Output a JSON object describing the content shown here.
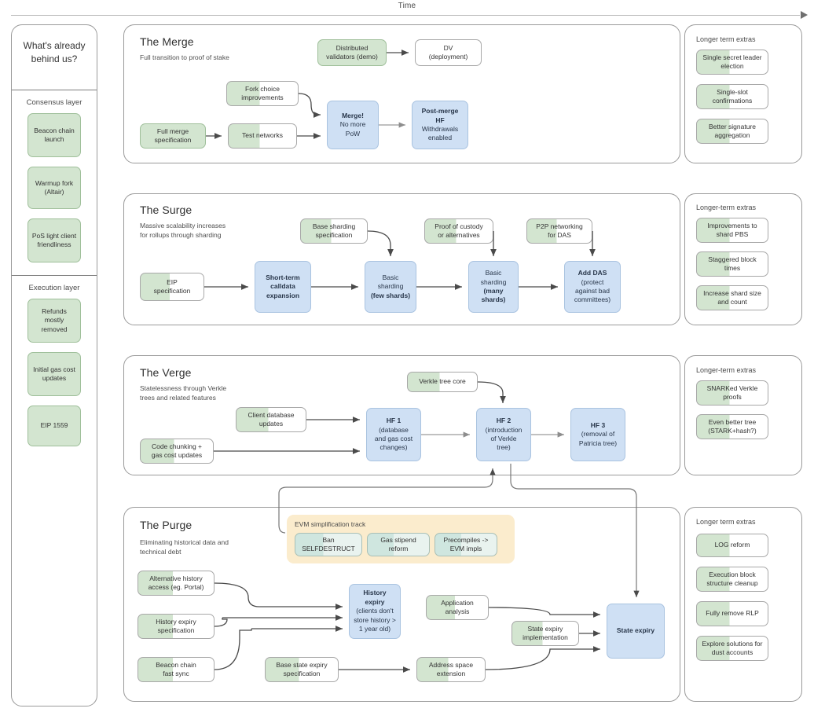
{
  "axis": {
    "label": "Time",
    "direction": "left-to-right"
  },
  "sidebar": {
    "heading": "What's already behind us?",
    "groups": [
      {
        "title": "Consensus layer",
        "items": [
          {
            "label": "Beacon chain launch",
            "state": "done"
          },
          {
            "label": "Warmup fork (Altair)",
            "state": "done"
          },
          {
            "label": "PoS light client friendliness",
            "state": "done"
          }
        ]
      },
      {
        "title": "Execution layer",
        "items": [
          {
            "label": "Refunds mostly removed",
            "state": "done"
          },
          {
            "label": "Initial gas cost updates",
            "state": "done"
          },
          {
            "label": "EIP 1559",
            "state": "done"
          }
        ]
      }
    ]
  },
  "phases": [
    {
      "id": "merge",
      "title": "The Merge",
      "subtitle": "Full transition to proof of stake",
      "extras_title": "Longer term extras",
      "extras": [
        "Single secret leader election",
        "Single-slot confirmations",
        "Better signature aggregation"
      ],
      "nodes": [
        {
          "id": "dist-validators",
          "label": "Distributed validators (demo)",
          "style": "green"
        },
        {
          "id": "dv-deployment",
          "label": "DV (deployment)",
          "style": "white"
        },
        {
          "id": "fork-choice",
          "label": "Fork choice improvements",
          "style": "half"
        },
        {
          "id": "full-merge-spec",
          "label": "Full merge specification",
          "style": "green"
        },
        {
          "id": "test-networks",
          "label": "Test networks",
          "style": "half"
        },
        {
          "id": "merge-hf",
          "label": "Merge! No more PoW",
          "style": "blue",
          "bold_lines": [
            0
          ]
        },
        {
          "id": "post-merge-hf",
          "label": "Post-merge HF Withdrawals enabled",
          "style": "blue",
          "bold_lines": [
            0,
            1
          ]
        }
      ]
    },
    {
      "id": "surge",
      "title": "The Surge",
      "subtitle": "Massive scalability increases for rollups through sharding",
      "extras_title": "Longer-term extras",
      "extras": [
        "Improvements to shard PBS",
        "Staggered block times",
        "Increase shard size and count"
      ],
      "nodes": [
        {
          "id": "base-sharding-spec",
          "label": "Base sharding specification",
          "style": "half"
        },
        {
          "id": "proof-of-custody",
          "label": "Proof of custody or alternatives",
          "style": "half"
        },
        {
          "id": "p2p-das",
          "label": "P2P networking for DAS",
          "style": "half"
        },
        {
          "id": "eip-spec",
          "label": "EIP specification",
          "style": "half"
        },
        {
          "id": "short-term-calldata",
          "label": "Short-term calldata expansion",
          "style": "blue",
          "bold": true
        },
        {
          "id": "basic-sharding-few",
          "label": "Basic sharding (few shards)",
          "style": "blue"
        },
        {
          "id": "basic-sharding-many",
          "label": "Basic sharding (many shards)",
          "style": "blue"
        },
        {
          "id": "add-das",
          "label": "Add DAS (protect against bad committees)",
          "style": "blue"
        }
      ]
    },
    {
      "id": "verge",
      "title": "The Verge",
      "subtitle": "Statelessness through Verkle trees and related features",
      "extras_title": "Longer-term extras",
      "extras": [
        "SNARKed Verkle proofs",
        "Even better tree (STARK+hash?)"
      ],
      "nodes": [
        {
          "id": "verkle-tree-core",
          "label": "Verkle tree core",
          "style": "half"
        },
        {
          "id": "client-db-updates",
          "label": "Client database updates",
          "style": "half"
        },
        {
          "id": "code-chunking",
          "label": "Code chunking + gas cost updates",
          "style": "half"
        },
        {
          "id": "hf1",
          "label": "HF 1 (database and gas cost changes)",
          "style": "blue"
        },
        {
          "id": "hf2",
          "label": "HF 2 (introduction of Verkle tree)",
          "style": "blue"
        },
        {
          "id": "hf3",
          "label": "HF 3 (removal of Patricia tree)",
          "style": "blue"
        }
      ]
    },
    {
      "id": "purge",
      "title": "The Purge",
      "subtitle": "Eliminating historical data and technical debt",
      "extras_title": "Longer term extras",
      "extras": [
        "LOG reform",
        "Execution block structure cleanup",
        "Fully remove RLP",
        "Explore solutions for dust accounts"
      ],
      "evm_track": {
        "title": "EVM simplification track",
        "items": [
          "Ban SELFDESTRUCT",
          "Gas stipend reform",
          "Precompiles -> EVM impls"
        ]
      },
      "nodes": [
        {
          "id": "alt-history-access",
          "label": "Alternative history access (eg. Portal)",
          "style": "half"
        },
        {
          "id": "history-expiry-spec",
          "label": "History expiry specification",
          "style": "half"
        },
        {
          "id": "beacon-fast-sync",
          "label": "Beacon chain fast sync",
          "style": "half"
        },
        {
          "id": "base-state-expiry-spec",
          "label": "Base state expiry specification",
          "style": "half"
        },
        {
          "id": "address-space-ext",
          "label": "Address space extension",
          "style": "half"
        },
        {
          "id": "application-analysis",
          "label": "Application analysis",
          "style": "half"
        },
        {
          "id": "state-expiry-impl",
          "label": "State expiry implementation",
          "style": "half"
        },
        {
          "id": "history-expiry",
          "label": "History expiry (clients don't store history > 1 year old)",
          "style": "blue"
        },
        {
          "id": "state-expiry",
          "label": "State expiry",
          "style": "blue",
          "bold": true
        }
      ]
    }
  ],
  "node_text": {
    "merge": {
      "dist_validators_l1": "Distributed",
      "dist_validators_l2": "validators (demo)",
      "dv_l1": "DV",
      "dv_l2": "(deployment)",
      "fork_choice_l1": "Fork choice",
      "fork_choice_l2": "improvements",
      "full_merge_l1": "Full merge",
      "full_merge_l2": "specification",
      "test_networks": "Test networks",
      "merge_l1": "Merge!",
      "merge_l2": "No more",
      "merge_l3": "PoW",
      "post_l1": "Post-merge",
      "post_l2": "HF",
      "post_l3": "Withdrawals",
      "post_l4": "enabled"
    },
    "surge": {
      "base_shard_l1": "Base sharding",
      "base_shard_l2": "specification",
      "custody_l1": "Proof of custody",
      "custody_l2": "or alternatives",
      "p2p_l1": "P2P networking",
      "p2p_l2": "for DAS",
      "eip_l1": "EIP",
      "eip_l2": "specification",
      "short_l1": "Short-term",
      "short_l2": "calldata",
      "short_l3": "expansion",
      "few_l1": "Basic",
      "few_l2": "sharding",
      "few_l3": "(few shards)",
      "many_l1": "Basic",
      "many_l2": "sharding",
      "many_l3": "(many",
      "many_l4": "shards)",
      "das_l1": "Add DAS",
      "das_l2": "(protect",
      "das_l3": "against bad",
      "das_l4": "committees)"
    },
    "verge": {
      "verkle_core": "Verkle tree core",
      "client_db_l1": "Client database",
      "client_db_l2": "updates",
      "chunk_l1": "Code chunking +",
      "chunk_l2": "gas cost updates",
      "hf1_l1": "HF 1",
      "hf1_l2": "(database",
      "hf1_l3": "and gas cost",
      "hf1_l4": "changes)",
      "hf2_l1": "HF 2",
      "hf2_l2": "(introduction",
      "hf2_l3": "of Verkle",
      "hf2_l4": "tree)",
      "hf3_l1": "HF 3",
      "hf3_l2": "(removal of",
      "hf3_l3": "Patricia tree)"
    },
    "purge": {
      "evm1_l1": "Ban",
      "evm1_l2": "SELFDESTRUCT",
      "evm2_l1": "Gas stipend",
      "evm2_l2": "reform",
      "evm3_l1": "Precompiles ->",
      "evm3_l2": "EVM impls",
      "alt_hist_l1": "Alternative history",
      "alt_hist_l2": "access (eg. Portal)",
      "hist_spec_l1": "History expiry",
      "hist_spec_l2": "specification",
      "beacon_l1": "Beacon chain",
      "beacon_l2": "fast sync",
      "base_state_l1": "Base state expiry",
      "base_state_l2": "specification",
      "addr_l1": "Address space",
      "addr_l2": "extension",
      "app_l1": "Application",
      "app_l2": "analysis",
      "state_impl_l1": "State expiry",
      "state_impl_l2": "implementation",
      "hist_exp_l1": "History",
      "hist_exp_l2": "expiry",
      "hist_exp_l3": "(clients don't",
      "hist_exp_l4": "store history >",
      "hist_exp_l5": "1 year old)",
      "state_exp": "State expiry"
    }
  },
  "colors": {
    "done_green": "#d3e5d0",
    "planned_blue": "#cfe0f4",
    "evm_track_bg": "#fbeccd",
    "evm_item": "#cfe6df",
    "panel_border": "#9a9a9a",
    "wire": "#555555"
  }
}
